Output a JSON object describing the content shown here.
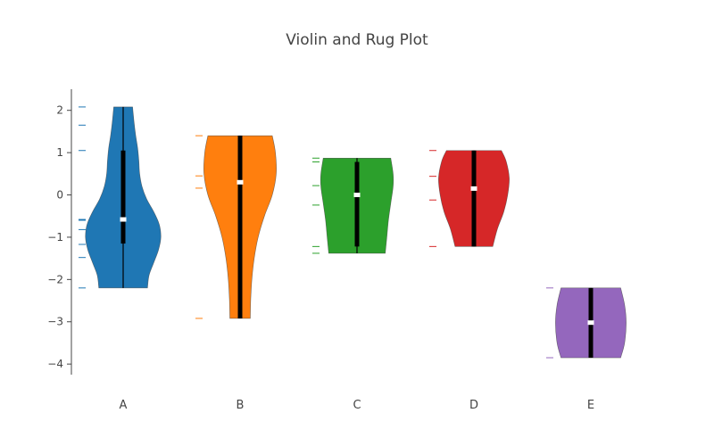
{
  "chart_data": {
    "type": "violin",
    "title": "Violin and Rug Plot",
    "xlabel": "",
    "ylabel": "",
    "ylim": [
      -4.25,
      2.5
    ],
    "yticks": [
      2,
      1,
      0,
      -1,
      -2,
      -3,
      -4
    ],
    "ytick_labels": [
      "2",
      "1",
      "0",
      "−1",
      "−2",
      "−3",
      "−4"
    ],
    "grid": false,
    "legend": "none",
    "categories": [
      "A",
      "B",
      "C",
      "D",
      "E"
    ],
    "series": [
      {
        "category": "A",
        "color": "#1f77b4",
        "min": -2.2,
        "q1": -1.15,
        "median": -0.58,
        "q3": 1.05,
        "max": 2.08,
        "points": [
          2.08,
          1.65,
          1.05,
          -0.58,
          -0.6,
          -0.82,
          -1.17,
          -1.48,
          -2.2
        ],
        "density": [
          [
            -2.2,
            0.62
          ],
          [
            -1.9,
            0.66
          ],
          [
            -1.6,
            0.78
          ],
          [
            -1.3,
            0.9
          ],
          [
            -1.0,
            0.96
          ],
          [
            -0.7,
            0.92
          ],
          [
            -0.4,
            0.78
          ],
          [
            -0.1,
            0.6
          ],
          [
            0.2,
            0.48
          ],
          [
            0.5,
            0.42
          ],
          [
            0.8,
            0.4
          ],
          [
            1.1,
            0.37
          ],
          [
            1.4,
            0.32
          ],
          [
            1.7,
            0.28
          ],
          [
            2.08,
            0.24
          ]
        ]
      },
      {
        "category": "B",
        "color": "#ff7f0e",
        "min": -2.92,
        "q1": -2.92,
        "median": 0.3,
        "q3": 1.4,
        "max": 1.4,
        "points": [
          1.4,
          0.45,
          0.16,
          -2.92
        ],
        "density": [
          [
            -2.92,
            0.26
          ],
          [
            -2.5,
            0.27
          ],
          [
            -2.0,
            0.3
          ],
          [
            -1.5,
            0.36
          ],
          [
            -1.0,
            0.46
          ],
          [
            -0.5,
            0.62
          ],
          [
            0.0,
            0.82
          ],
          [
            0.5,
            0.92
          ],
          [
            1.0,
            0.9
          ],
          [
            1.4,
            0.82
          ]
        ]
      },
      {
        "category": "C",
        "color": "#2ca02c",
        "min": -1.38,
        "q1": -1.22,
        "median": 0.0,
        "q3": 0.78,
        "max": 0.87,
        "points": [
          0.87,
          0.78,
          0.22,
          -0.24,
          -1.22,
          -1.38
        ],
        "density": [
          [
            -1.38,
            0.72
          ],
          [
            -1.0,
            0.76
          ],
          [
            -0.6,
            0.8
          ],
          [
            -0.2,
            0.86
          ],
          [
            0.2,
            0.92
          ],
          [
            0.5,
            0.92
          ],
          [
            0.87,
            0.86
          ]
        ]
      },
      {
        "category": "D",
        "color": "#d62728",
        "min": -1.22,
        "q1": -1.22,
        "median": 0.15,
        "q3": 1.05,
        "max": 1.05,
        "points": [
          1.05,
          0.44,
          -0.12,
          -1.22
        ],
        "density": [
          [
            -1.22,
            0.48
          ],
          [
            -0.8,
            0.6
          ],
          [
            -0.4,
            0.76
          ],
          [
            0.0,
            0.86
          ],
          [
            0.4,
            0.9
          ],
          [
            0.8,
            0.82
          ],
          [
            1.05,
            0.7
          ]
        ]
      },
      {
        "category": "E",
        "color": "#9467bd",
        "min": -3.85,
        "q1": -3.85,
        "median": -3.02,
        "q3": -2.2,
        "max": -2.2,
        "points": [
          -2.2,
          -3.85
        ],
        "density": [
          [
            -3.85,
            0.76
          ],
          [
            -3.5,
            0.86
          ],
          [
            -3.02,
            0.9
          ],
          [
            -2.6,
            0.86
          ],
          [
            -2.2,
            0.76
          ]
        ]
      }
    ]
  }
}
